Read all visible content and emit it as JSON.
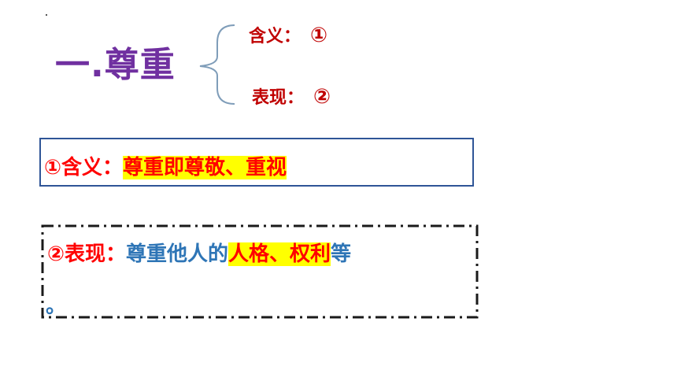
{
  "title": "一.尊重",
  "branches": [
    {
      "label": "含义：",
      "num": "①"
    },
    {
      "label": "表现：",
      "num": "②"
    }
  ],
  "box1": {
    "prefix": "①含义：",
    "highlight": "尊重即尊敬、重视"
  },
  "box2": {
    "prefix": "②表现：",
    "text1": "尊重他人的",
    "highlight": "人格、权利",
    "text2": "等",
    "end": "。"
  },
  "colors": {
    "title": "#7030A0",
    "red": "#FF0000",
    "highlight": "#FFFF00",
    "blue": "#2E75B6",
    "box_border": "#2F5597"
  }
}
